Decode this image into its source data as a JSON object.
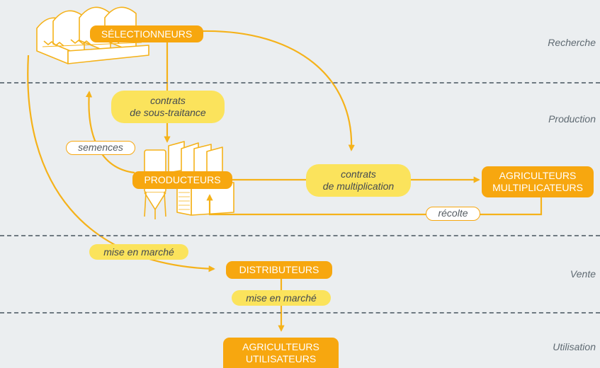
{
  "zones": {
    "recherche": "Recherche",
    "production": "Production",
    "vente": "Vente",
    "utilisation": "Utilisation"
  },
  "actors": {
    "selectionneurs": "SÉLECTIONNEURS",
    "producteurs": "PRODUCTEURS",
    "agriculteurs_multiplicateurs": [
      "AGRICULTEURS",
      "MULTIPLICATEURS"
    ],
    "distributeurs": "DISTRIBUTEURS",
    "agriculteurs_utilisateurs": [
      "AGRICULTEURS",
      "UTILISATEURS"
    ]
  },
  "flows": {
    "contrats_sous_traitance": [
      "contrats",
      "de sous-traitance"
    ],
    "contrats_multiplication": [
      "contrats",
      "de multiplication"
    ],
    "semences": "semences",
    "recolte": "récolte",
    "mise_en_marche_1": "mise en marché",
    "mise_en_marche_2": "mise en marché"
  },
  "colors": {
    "background": "#ebeef0",
    "actor": "#f7a70f",
    "contract": "#fbe35c",
    "line": "#f5b21a",
    "separator": "#6f7a82"
  },
  "icons": [
    "greenhouse-icon",
    "factory-icon"
  ]
}
